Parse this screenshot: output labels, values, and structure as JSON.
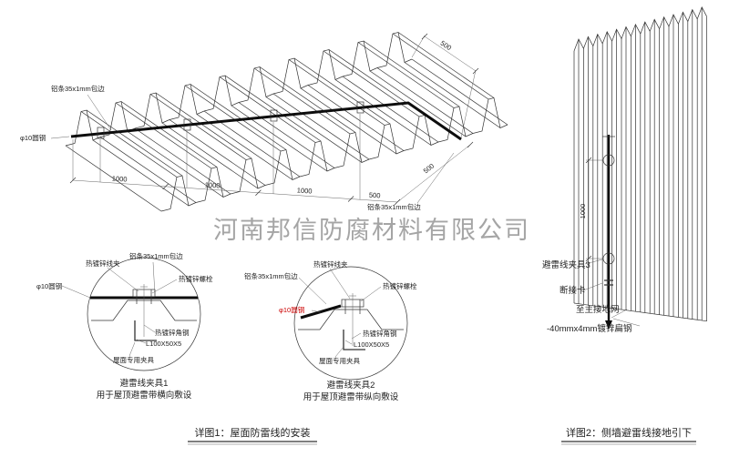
{
  "watermark": "河南邦信防腐材料有限公司",
  "main": {
    "strip_top": "铝条35x1mm包边",
    "strip_bottom": "铝条35x1mm包边",
    "rod": "φ10圆钢",
    "dim_1000": "1000",
    "dim_500": "500"
  },
  "detail1": {
    "clamp": "热镀锌线夹",
    "strip": "铝条35x1mm包边",
    "bolt": "热镀锌螺栓",
    "rod": "φ10圆钢",
    "angle": "热镀锌角钢",
    "angle_size": "L100X50X5",
    "fixture": "屋面专用夹具",
    "title": "避雷线夹具1",
    "subtitle": "用于屋顶避雷带横向敷设"
  },
  "detail2": {
    "clamp": "热镀锌线夹",
    "strip": "铝条35x1mm包边",
    "bolt": "热镀锌螺栓",
    "rod": "φ10圆钢",
    "angle": "热镀锌角钢",
    "angle_size": "L100X50X5",
    "fixture": "屋面专用夹具",
    "title": "避雷线夹具2",
    "subtitle": "用于屋顶避雷带纵向敷设"
  },
  "wall": {
    "dim": "1000",
    "clamp3": "避雷线夹具3",
    "disconnect": "断接卡",
    "to_ground": "至主接地网",
    "flat_steel": "-40mmx4mm镀锌扁钢"
  },
  "captions": {
    "fig1": "详图1：屋面防雷线的安装",
    "fig2": "详图2：侧墙避雷线接地引下"
  },
  "colors": {
    "line": "#333333",
    "red": "#cc0000",
    "watermark": "#8f8f8f"
  }
}
